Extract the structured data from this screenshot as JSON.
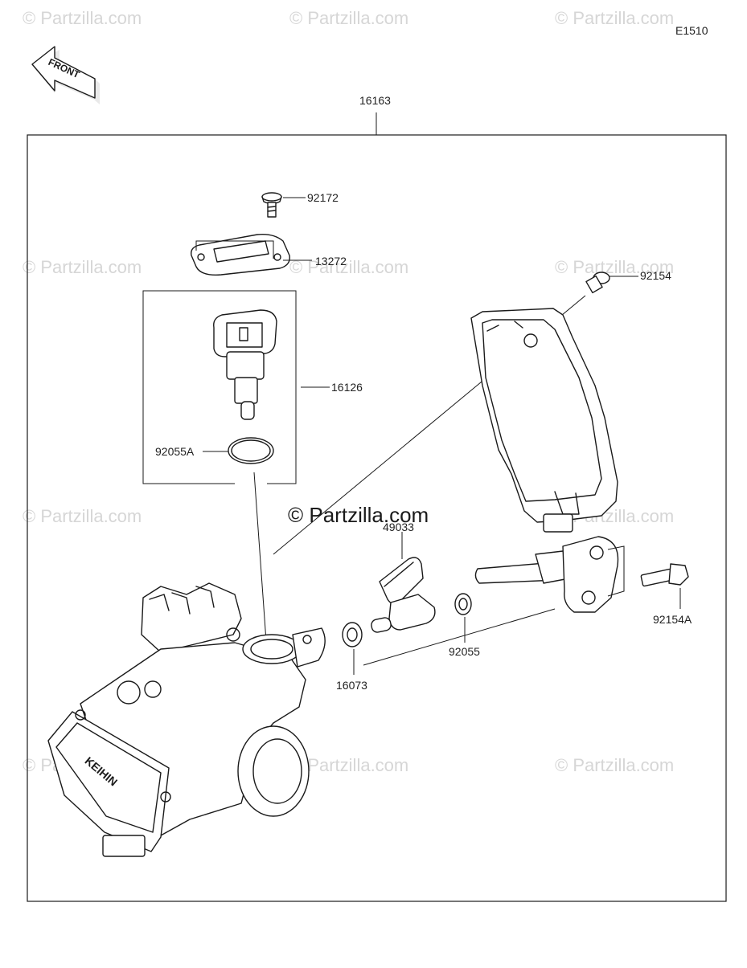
{
  "diagram": {
    "code": "E1510",
    "direction_label": "FRONT",
    "assembly_label": "16163",
    "center_watermark": "© Partzilla.com",
    "tile_watermark": "© Partzilla.com",
    "throttle_body_brand": "KEIHIN",
    "parts": {
      "p92172": "92172",
      "p13272": "13272",
      "p16126": "16126",
      "p92055A": "92055A",
      "p92154": "92154",
      "p49033": "49033",
      "p92055": "92055",
      "p16073": "16073",
      "p92154A": "92154A"
    }
  }
}
